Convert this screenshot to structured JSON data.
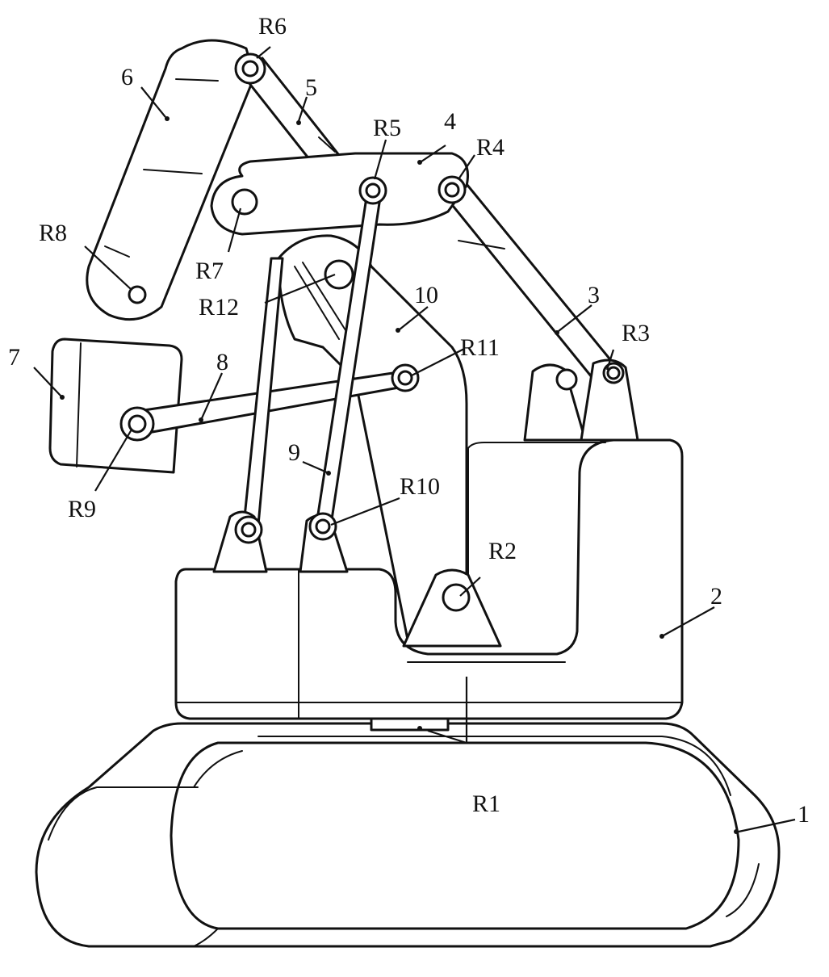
{
  "labels": {
    "part_1": "1",
    "part_2": "2",
    "part_3": "3",
    "part_4": "4",
    "part_5": "5",
    "part_6": "6",
    "part_7": "7",
    "part_8": "8",
    "part_9": "9",
    "part_10": "10",
    "joint_R1": "R1",
    "joint_R2": "R2",
    "joint_R3": "R3",
    "joint_R4": "R4",
    "joint_R5": "R5",
    "joint_R6": "R6",
    "joint_R7": "R7",
    "joint_R8": "R8",
    "joint_R9": "R9",
    "joint_R10": "R10",
    "joint_R11": "R11",
    "joint_R12": "R12"
  }
}
